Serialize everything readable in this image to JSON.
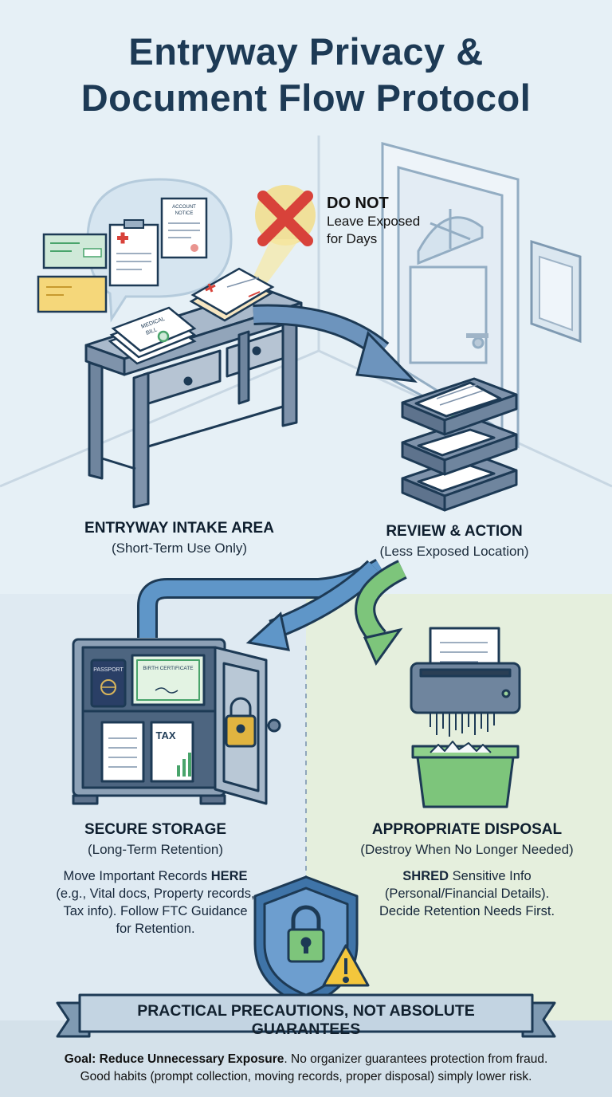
{
  "title": {
    "line1": "Entryway Privacy &",
    "line2": "Document Flow Protocol"
  },
  "warning": {
    "title": "DO NOT",
    "line1": "Leave Exposed",
    "line2": "for Days"
  },
  "intake": {
    "heading": "ENTRYWAY INTAKE AREA",
    "sub": "(Short-Term Use Only)"
  },
  "review": {
    "heading": "REVIEW & ACTION",
    "sub": "(Less Exposed Location)"
  },
  "storage": {
    "heading": "SECURE STORAGE",
    "sub": "(Long-Term Retention)",
    "line1_pre": "Move Important Records ",
    "line1_bold": "HERE",
    "line2": "(e.g., Vital docs, Property records,",
    "line3": "Tax info). Follow FTC Guidance",
    "line4": "for Retention."
  },
  "disposal": {
    "heading": "APPROPRIATE DISPOSAL",
    "sub": "(Destroy When No Longer Needed)",
    "line1_bold": "SHRED",
    "line1_post": " Sensitive Info",
    "line2": "(Personal/Financial Details).",
    "line3": "Decide Retention Needs First."
  },
  "doc_labels": {
    "account_notice_1": "ACCOUNT",
    "account_notice_2": "NOTICE",
    "medical_1": "MEDICAL",
    "medical_2": "BILL",
    "passport": "PASSPORT",
    "birth_certificate": "BIRTH CERTIFICATE",
    "tax": "TAX"
  },
  "banner": {
    "text": "PRACTICAL PRECAUTIONS, NOT ABSOLUTE GUARANTEES"
  },
  "footer": {
    "goal_bold": "Goal: Reduce Unnecessary Exposure",
    "goal_rest": ". No organizer guarantees protection from fraud.",
    "line2": "Good habits (prompt collection, moving records, proper disposal) simply lower risk."
  },
  "colors": {
    "accent_blue": "#3f74a8",
    "accent_green": "#6cbd6a",
    "warning_red": "#d8423a",
    "warning_yellow": "#f3c63c",
    "furniture": "#7f93ab",
    "outline": "#1d3a55"
  }
}
